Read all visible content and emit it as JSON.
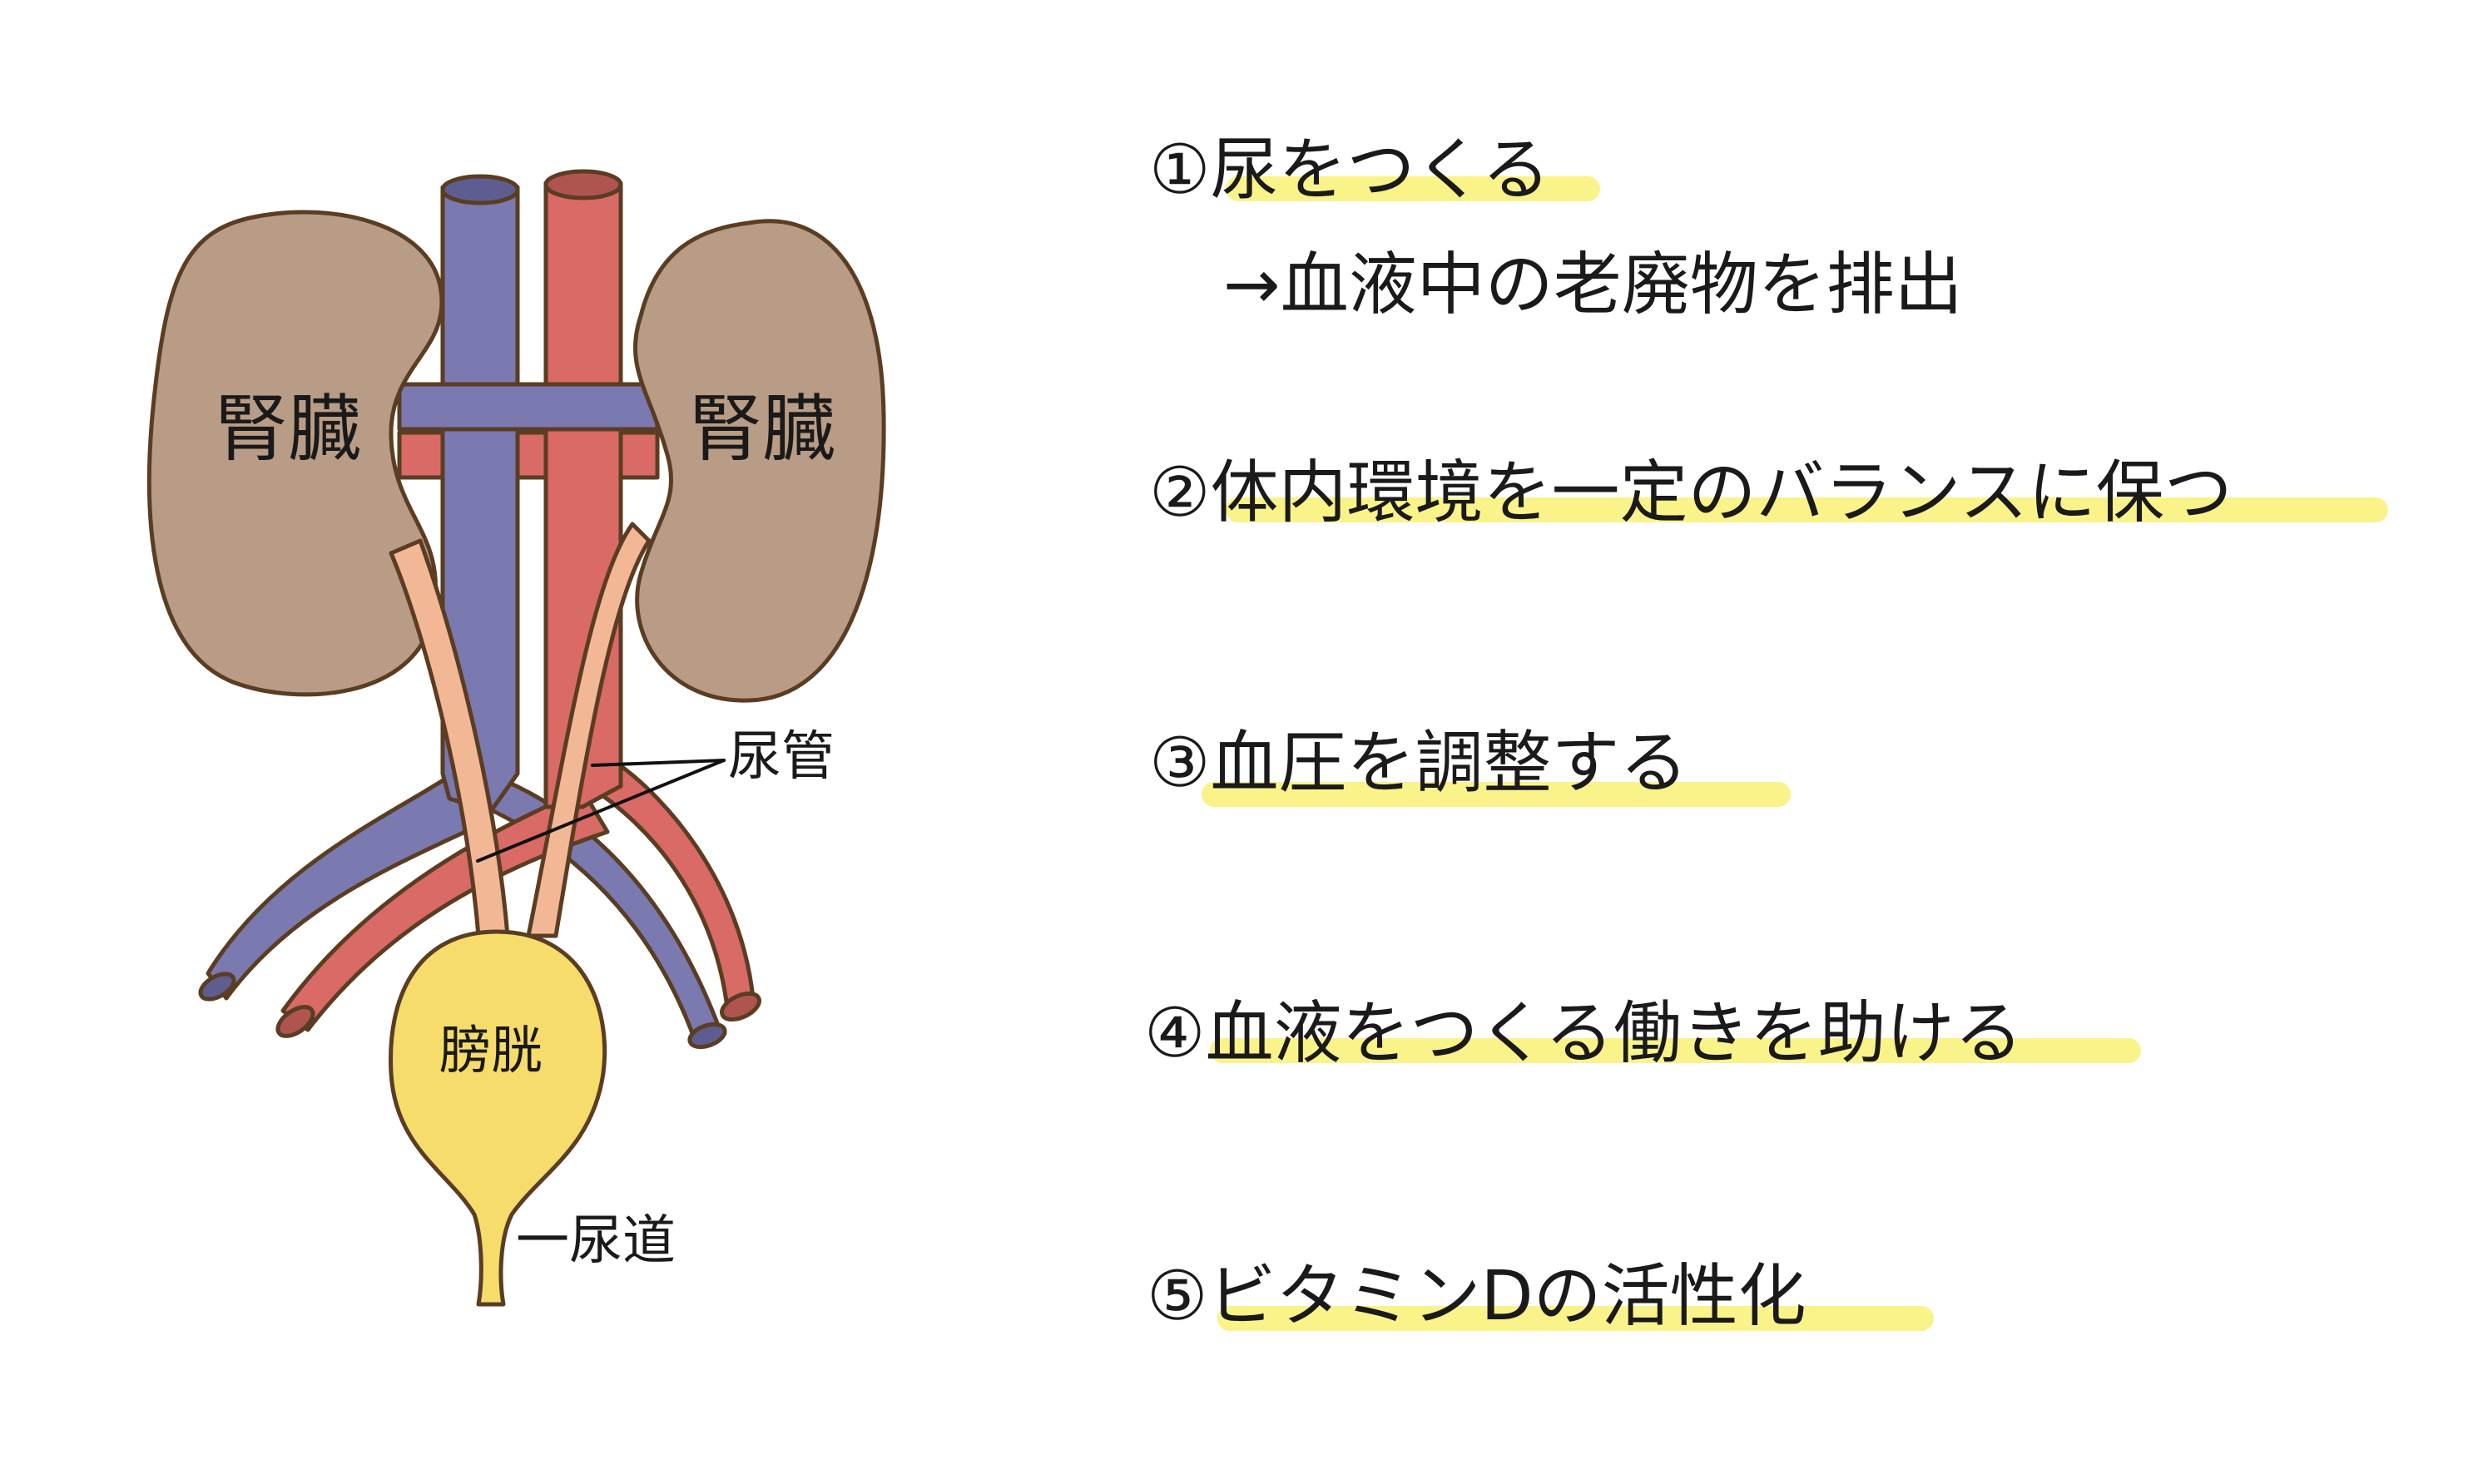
{
  "diagram": {
    "labels": {
      "kidney_left": "腎臓",
      "kidney_right": "腎臓",
      "ureter": "尿管",
      "bladder": "膀胱",
      "urethra": "一尿道"
    },
    "colors": {
      "kidney": "#b89c85",
      "vein": "#7a79b0",
      "artery": "#d96a66",
      "ureter": "#f2b896",
      "bladder": "#f6dc6a",
      "outline": "#5a3d22"
    }
  },
  "functions": {
    "items": [
      {
        "label": "①尿をつくる",
        "sub": "→血液中の老廃物を排出"
      },
      {
        "label": "②体内環境を一定のバランスに保つ"
      },
      {
        "label": "③血圧を調整する"
      },
      {
        "label": "④血液をつくる働きを助ける"
      },
      {
        "label": "⑤ビタミンDの活性化"
      }
    ],
    "highlight_color": "#faf38a"
  }
}
